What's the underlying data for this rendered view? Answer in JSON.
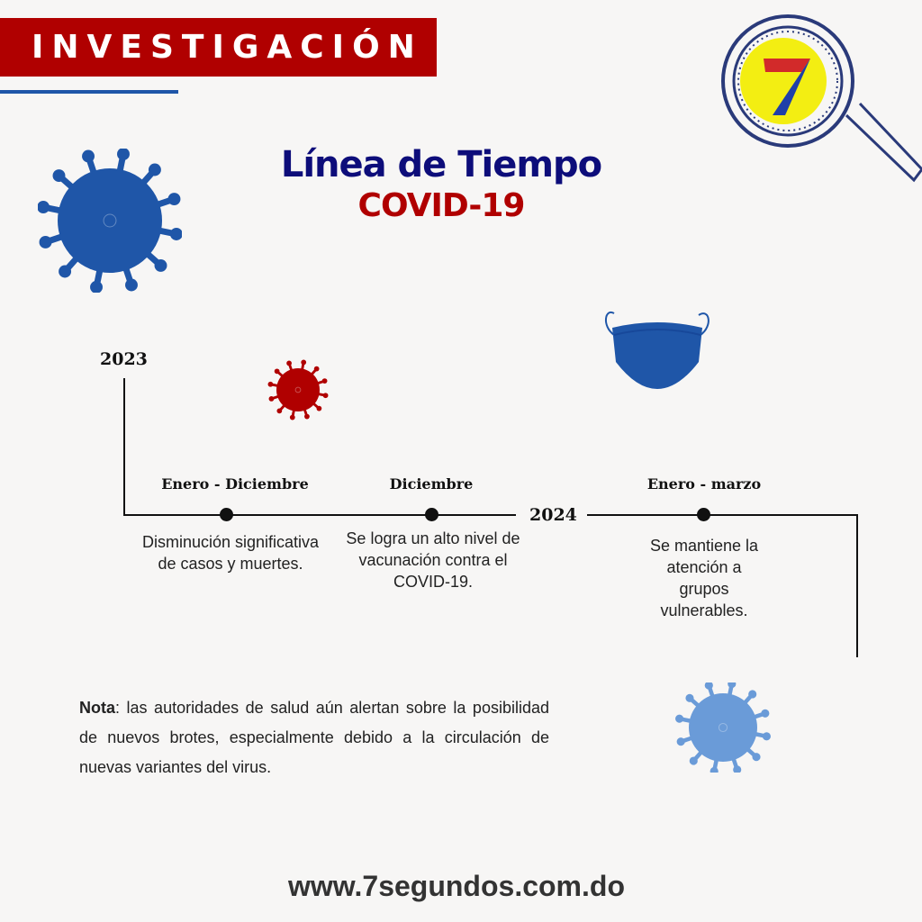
{
  "header": {
    "section_label": "INVESTIGACIÓN"
  },
  "title": {
    "line1": "Línea de Tiempo",
    "line2": "COVID-19"
  },
  "logo": {
    "text": "7"
  },
  "timeline": {
    "start_year": "2023",
    "mid_year": "2024",
    "events": [
      {
        "period": "Enero - Diciembre",
        "description": "Disminución significativa de casos y muertes."
      },
      {
        "period": "Diciembre",
        "description": "Se logra un alto nivel de vacunación contra el COVID-19."
      },
      {
        "period": "Enero - marzo",
        "description": "Se mantiene la atención a grupos vulnerables."
      }
    ]
  },
  "note": {
    "label": "Nota",
    "text": ": las autoridades de salud aún alertan sobre la posibilidad de nuevos brotes, especialmente debido a la circulación de nuevas variantes del virus."
  },
  "footer": {
    "url": "www.7segundos.com.do"
  },
  "colors": {
    "red": "#b00000",
    "navy": "#0d0d7a",
    "blue": "#1f56a8",
    "light_blue": "#6a9bd8"
  }
}
